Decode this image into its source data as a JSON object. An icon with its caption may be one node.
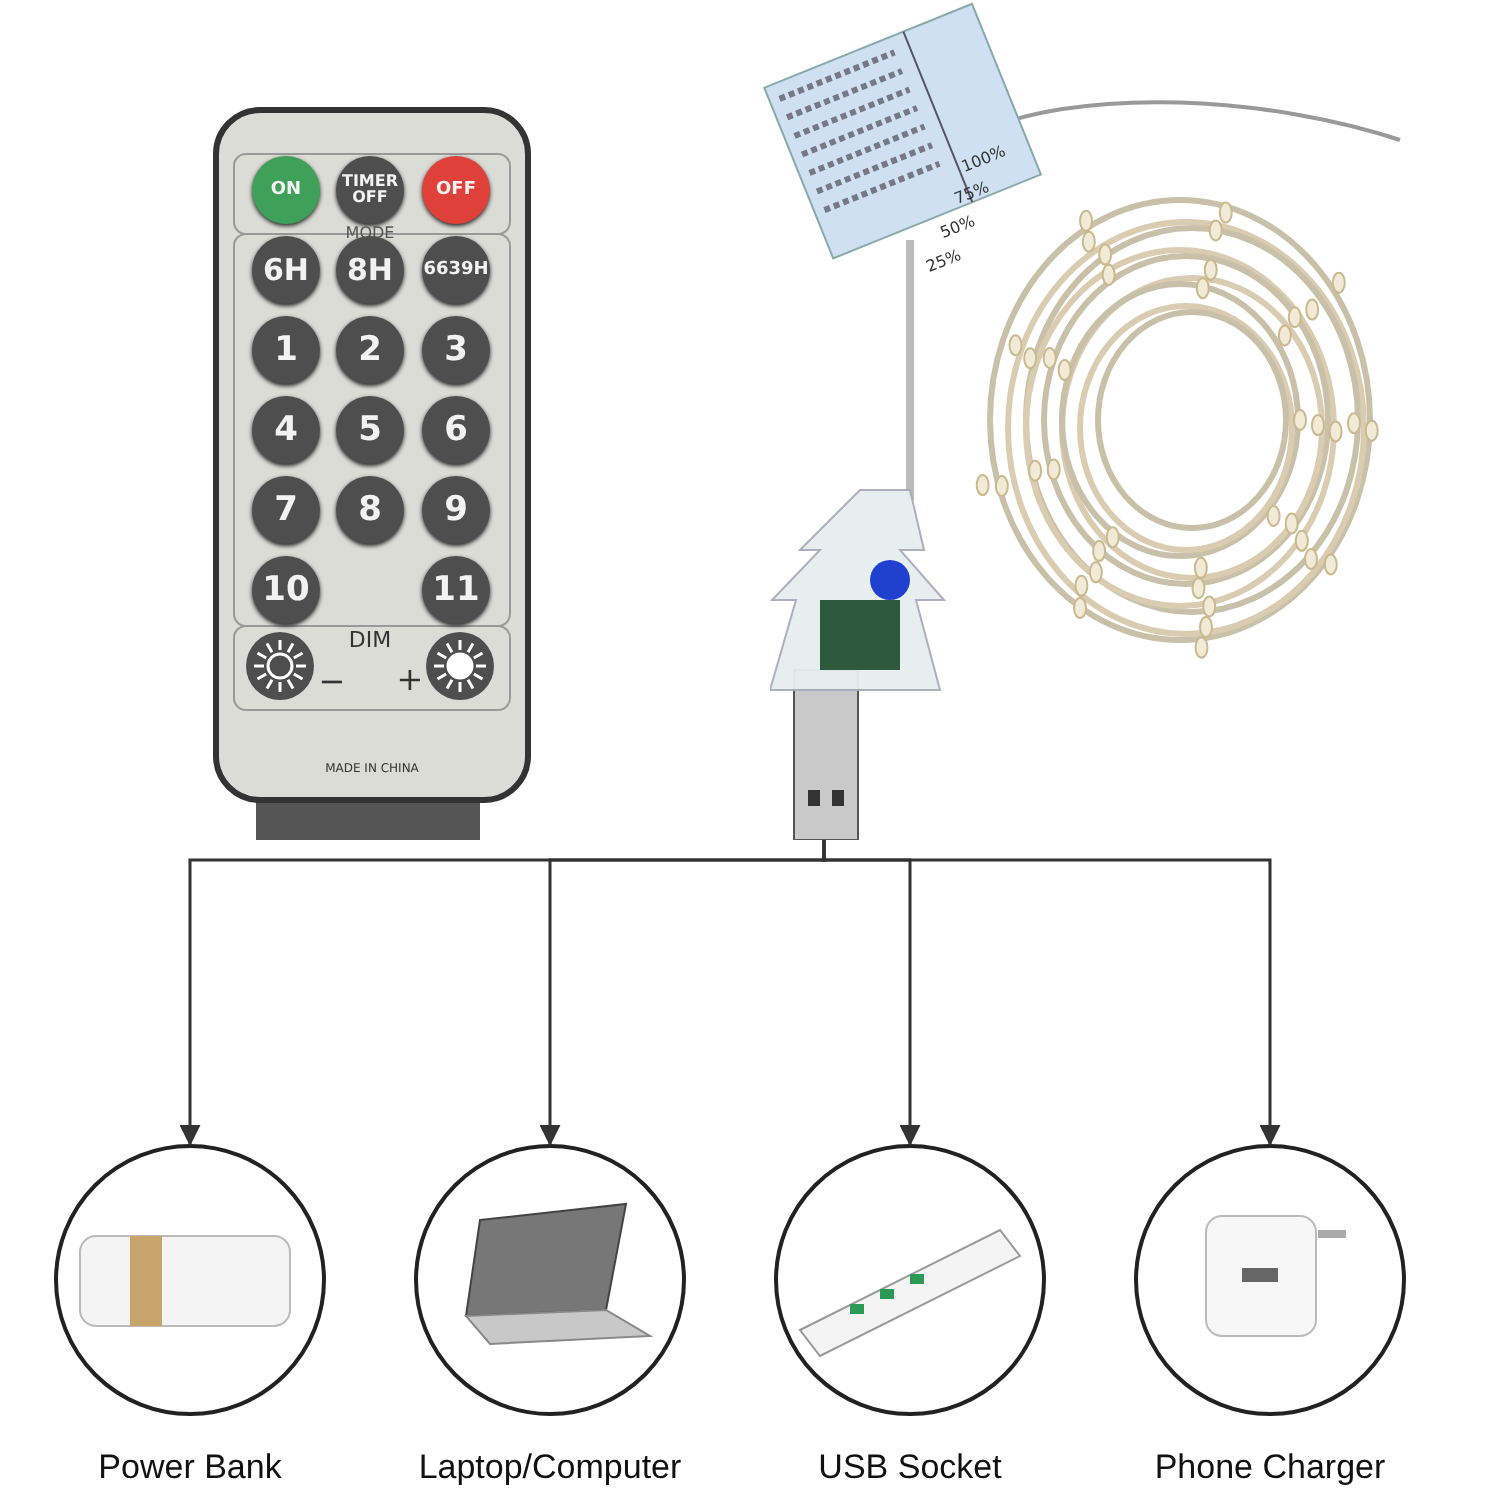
{
  "diagram": {
    "nodes": [
      {
        "text": [],
        "shape": "picture"
      },
      {
        "text": [
          "Power Bank"
        ]
      },
      {
        "text": [
          "Laptop/Computer"
        ]
      },
      {
        "text": [
          "USB Socket"
        ]
      },
      {
        "text": [
          "Phone Charger"
        ]
      }
    ],
    "edges": [
      {
        "from": 0,
        "to": 1,
        "arrow": "to"
      },
      {
        "from": 0,
        "to": 2,
        "arrow": "to"
      },
      {
        "from": 0,
        "to": 3,
        "arrow": "to"
      },
      {
        "from": 0,
        "to": 4,
        "arrow": "to"
      }
    ],
    "labels": [
      "ON",
      "TIMER OFF",
      "OFF",
      "MODE",
      "6H",
      "8H",
      "6639H",
      "1",
      "2",
      "3",
      "4",
      "5",
      "6",
      "7",
      "8",
      "9",
      "10",
      "11",
      "DIM",
      "−",
      "+",
      "MADE IN CHINA",
      "100%",
      "75%",
      "50%",
      "25%"
    ]
  }
}
